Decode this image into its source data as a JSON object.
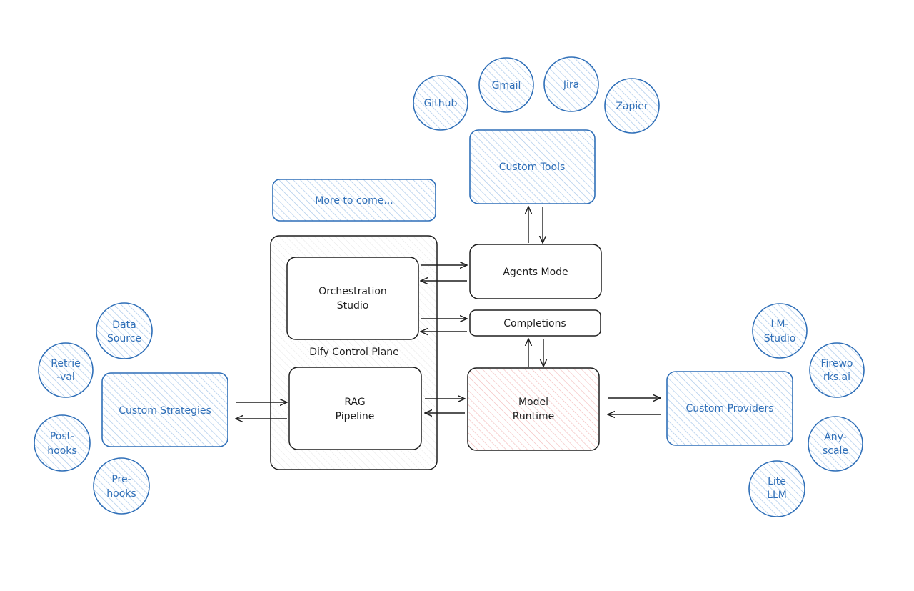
{
  "colors": {
    "blue_stroke": "#2f6fb8",
    "hatch_blue": "#a9c8ea",
    "hatch_pink": "#f2b8b8",
    "dark_stroke": "#1e1e1e"
  },
  "tools": {
    "github": "Github",
    "gmail": "Gmail",
    "jira": "Jira",
    "zapier": "Zapier"
  },
  "custom_tools": "Custom Tools",
  "more_to_come": "More to come...",
  "agents_mode": "Agents Mode",
  "completions": "Completions",
  "orchestration_studio": [
    "Orchestration",
    "Studio"
  ],
  "control_plane": "Dify Control Plane",
  "rag_pipeline": [
    "RAG",
    "Pipeline"
  ],
  "model_runtime": [
    "Model",
    "Runtime"
  ],
  "custom_strategies": "Custom Strategies",
  "custom_providers": "Custom Providers",
  "strategies": {
    "data_source": [
      "Data",
      "Source"
    ],
    "retrieval": [
      "Retrie",
      "-val"
    ],
    "post_hooks": [
      "Post-",
      "hooks"
    ],
    "pre_hooks": [
      "Pre-",
      "hooks"
    ]
  },
  "providers": {
    "lm_studio": [
      "LM-",
      "Studio"
    ],
    "fireworks": [
      "Firewo",
      "rks.ai"
    ],
    "anyscale": [
      "Any-",
      "scale"
    ],
    "litellm": [
      "Lite",
      "LLM"
    ]
  }
}
